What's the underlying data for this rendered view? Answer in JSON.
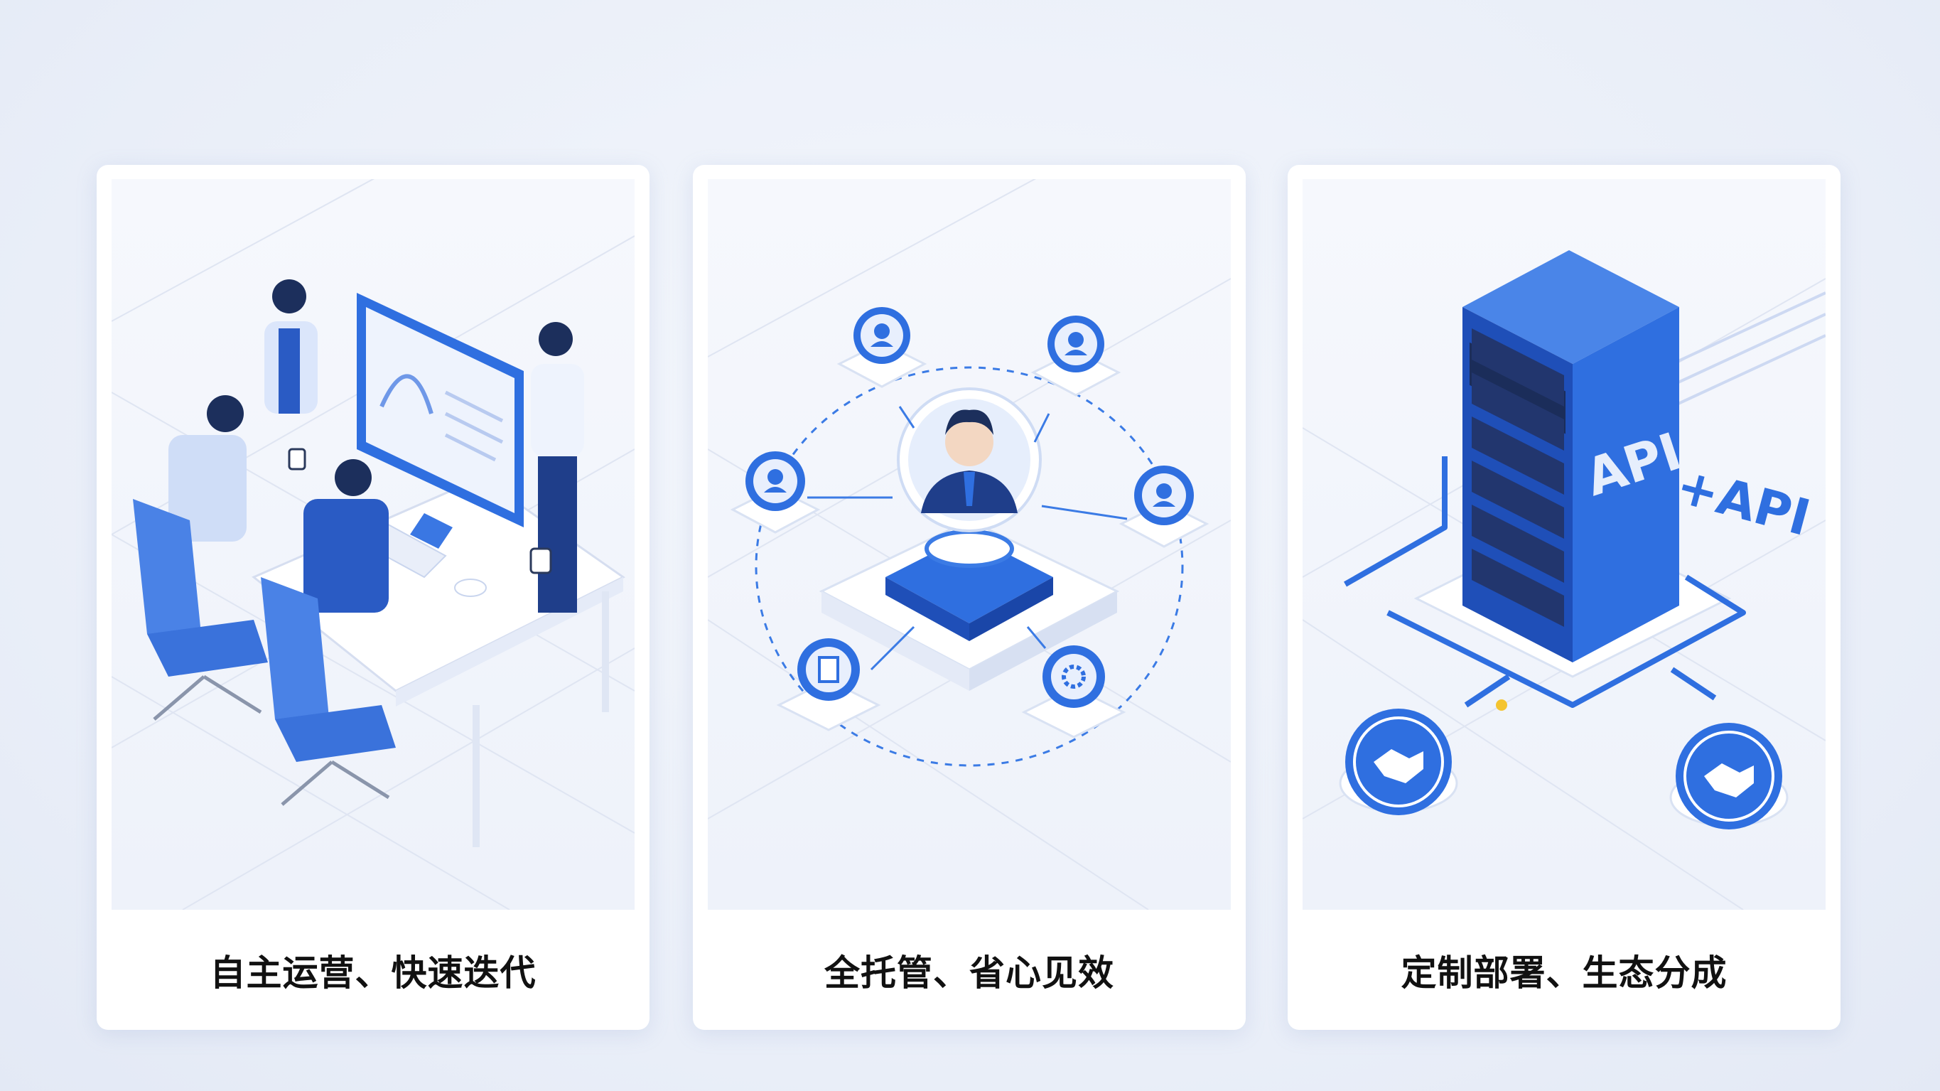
{
  "cards": [
    {
      "caption": "自主运营、快速迭代",
      "illustration": "team-working-at-computer"
    },
    {
      "caption": "全托管、省心见效",
      "illustration": "managed-network-of-users"
    },
    {
      "caption": "定制部署、生态分成",
      "illustration": "api-server-with-partners",
      "labels": {
        "api": "API",
        "plus_api": "+API"
      }
    }
  ],
  "colors": {
    "accent": "#2f6fe0",
    "dark_blue": "#1f4fb8",
    "light_blue": "#dbe6fb",
    "background": "#eaf0f9"
  }
}
